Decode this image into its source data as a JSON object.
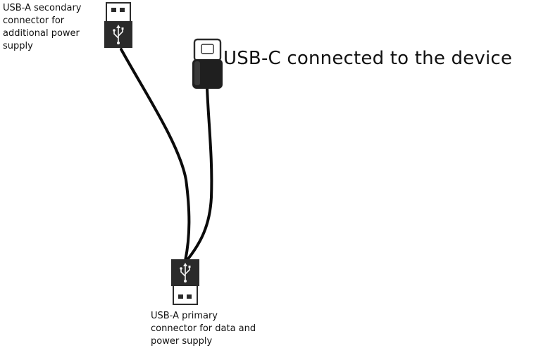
{
  "labels": {
    "usb_a_secondary": [
      "USB-A secondary",
      "connector for",
      "additional power",
      "supply"
    ],
    "usb_c": "USB-C connected to the device",
    "usb_a_primary": [
      "USB-A primary",
      "connector for data and",
      "power supply"
    ]
  },
  "colors": {
    "cable": "#0b0b0b",
    "connector_body": "#2b2b2b",
    "plug_outline": "#2b2b2b",
    "usb_symbol": "#f2f2f2",
    "text": "#111111"
  },
  "icons": {
    "usb_symbol": "usb-trident-icon"
  }
}
